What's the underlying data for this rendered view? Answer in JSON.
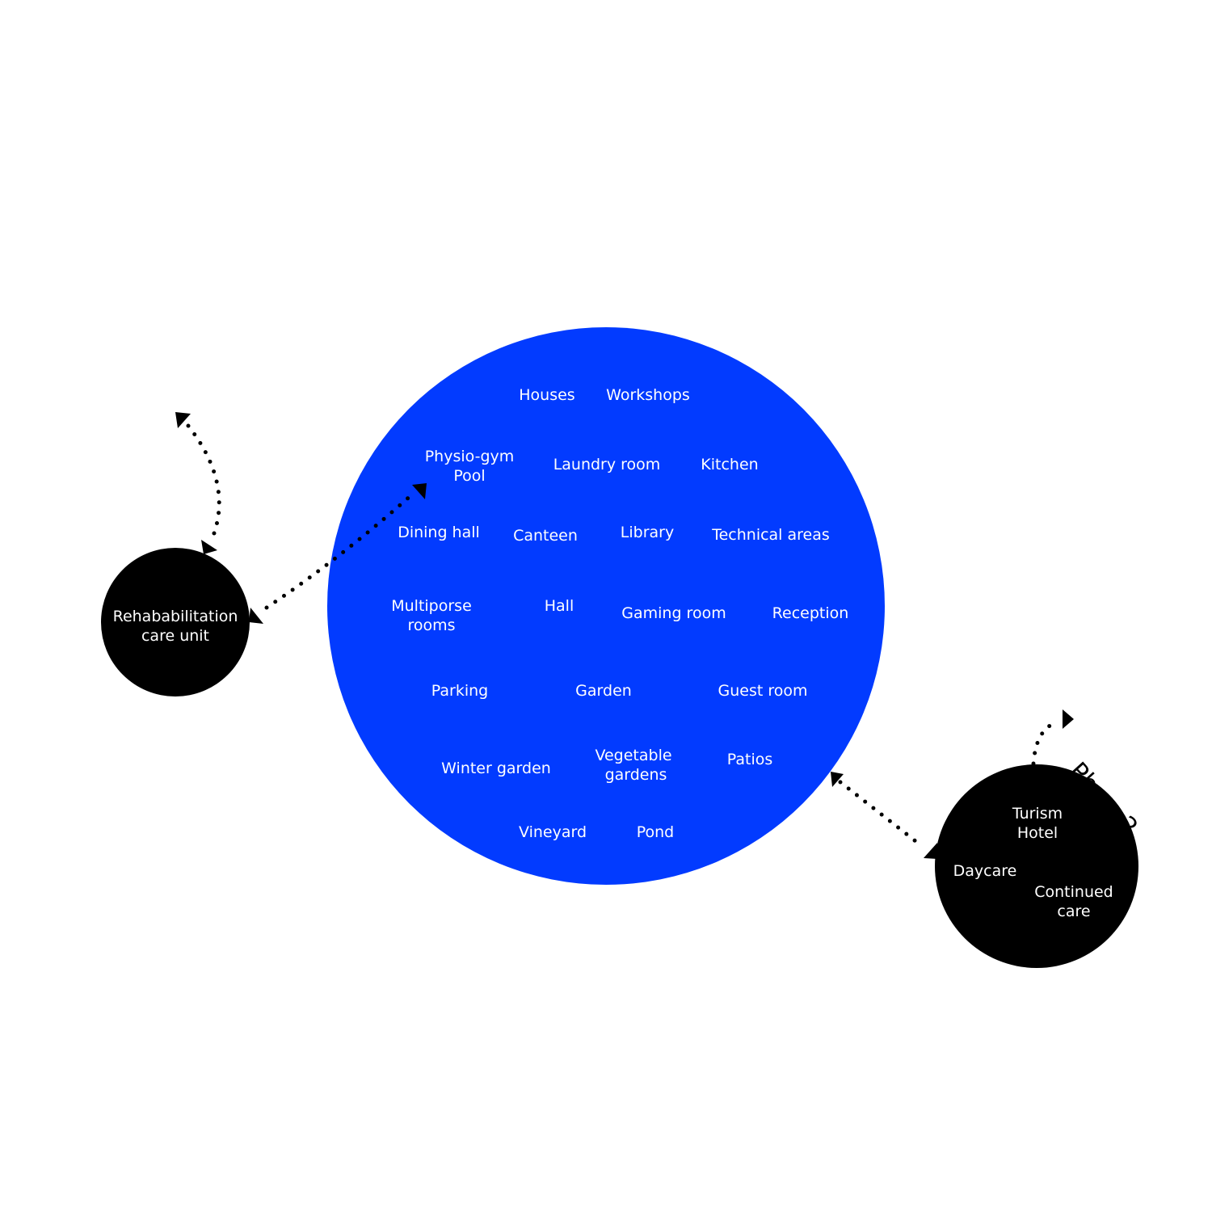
{
  "colors": {
    "hub": "#023bff",
    "satellite": "#000000",
    "background": "#ffffff"
  },
  "hub": {
    "labels": {
      "houses": "Houses",
      "workshops": "Workshops",
      "physio_gym": "Physio-gym",
      "pool": "Pool",
      "laundry": "Laundry room",
      "kitchen": "Kitchen",
      "dining": "Dining hall",
      "canteen": "Canteen",
      "library": "Library",
      "technical": "Technical areas",
      "multiporse_1": "Multiporse",
      "multiporse_2": "rooms",
      "hall": "Hall",
      "gaming": "Gaming room",
      "reception": "Reception",
      "parking": "Parking",
      "garden": "Garden",
      "guest": "Guest room",
      "winter": "Winter garden",
      "vegetable_1": "Vegetable",
      "vegetable_2": "gardens",
      "patios": "Patios",
      "vineyard": "Vineyard",
      "pond": "Pond"
    }
  },
  "rehab": {
    "line1": "Rehababilitation",
    "line2": "care unit"
  },
  "phase2": {
    "title": "Phase2",
    "turism": "Turism",
    "hotel": "Hotel",
    "daycare": "Daycare",
    "continued": "Continued",
    "care": "care"
  }
}
